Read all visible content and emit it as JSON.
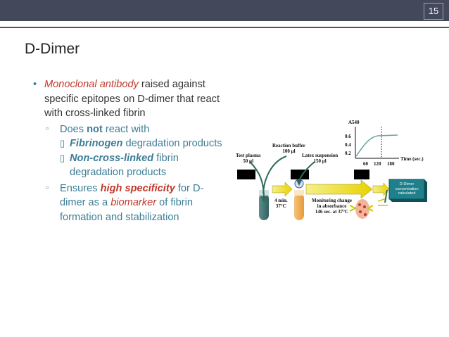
{
  "slide_number": "15",
  "title": "D-Dimer",
  "bullet1": {
    "part1": "Monoclonal antibody",
    "part2": " raised against specific epitopes on D-dimer that react with cross-linked fibrin"
  },
  "sub1": {
    "part1": "Does ",
    "part2": "not",
    "part3": " react with"
  },
  "sub1_items": [
    {
      "em": "Fibrinogen",
      "rest": " degradation products"
    },
    {
      "em": "Non-cross-linked",
      "rest": " fibrin degradation products"
    }
  ],
  "sub2": {
    "part1": "Ensures ",
    "part2": "high specificity",
    "part3": " for D-dimer as a ",
    "part4": "biomarker",
    "part5": " of fibrin formation and stabilization"
  },
  "diagram": {
    "test_plasma": "Test plasma",
    "test_plasma_vol": "50 µl",
    "reaction_buffer": "Reaction buffer",
    "reaction_buffer_vol": "100 µl",
    "latex_suspension": "Latex suspension",
    "latex_suspension_vol": "150 µl",
    "incubation_time": "4 min.",
    "incubation_temp": "37°C",
    "monitoring_1": "Monitoring change",
    "monitoring_2": "in absorbance",
    "monitoring_3": "146 sec. at 37°C",
    "result_1": "D-Dimer",
    "result_2": "concentration",
    "result_3": "calculated",
    "graph_ylabel": "A540",
    "graph_xlabel": "Time (sec.)",
    "y_ticks": [
      "0.6",
      "0.4",
      "0.2"
    ],
    "x_ticks": [
      "60",
      "120",
      "180"
    ]
  },
  "colors": {
    "accent_teal": "#3d7d96",
    "emphasis_red": "#c0392b",
    "top_bar": "#43495a",
    "result_box": "#1f7f8a"
  }
}
